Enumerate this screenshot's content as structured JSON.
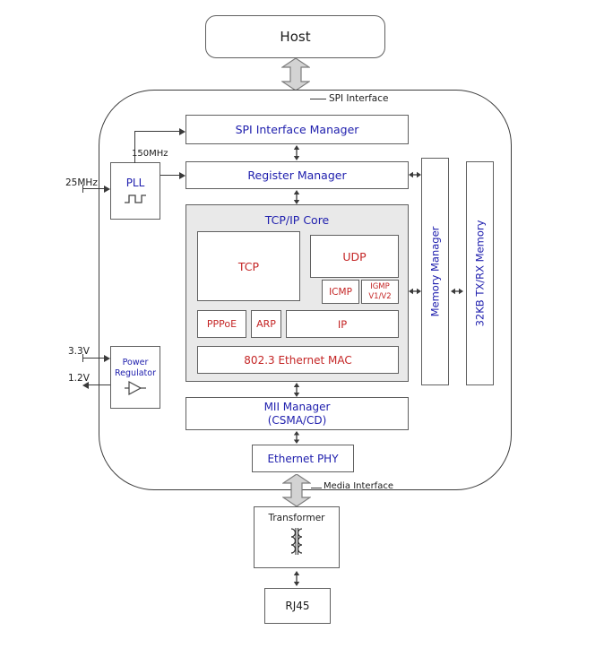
{
  "colors": {
    "blue": "#2020ae",
    "red": "#c42525",
    "box-border": "#5f5f5f",
    "chip-border": "#3d3d3d",
    "core-bg": "#e9e9e9",
    "bus-arrow-fill": "#d3d3d3",
    "bus-arrow-stroke": "#7d7d7d",
    "line": "#3a3a3a",
    "text": "#1c1c1c"
  },
  "host": {
    "label": "Host"
  },
  "buses": {
    "spi_label": "SPI Interface",
    "media_label": "Media Interface"
  },
  "clocks": {
    "external": "25MHz",
    "internal": "150MHz"
  },
  "power": {
    "vin": "3.3V",
    "vout": "1.2V",
    "regulator_line1": "Power",
    "regulator_line2": "Regulator"
  },
  "chip": {
    "spi_manager": "SPI Interface Manager",
    "register_manager": "Register Manager",
    "pll": "PLL",
    "core": {
      "title": "TCP/IP Core",
      "tcp": "TCP",
      "udp": "UDP",
      "icmp": "ICMP",
      "igmp_line1": "IGMP",
      "igmp_line2": "V1/V2",
      "pppoe": "PPPoE",
      "arp": "ARP",
      "ip": "IP",
      "mac": "802.3 Ethernet MAC"
    },
    "memory_manager": "Memory Manager",
    "memory": "32KB TX/RX Memory",
    "mii_line1": "MII Manager",
    "mii_line2": "(CSMA/CD)",
    "phy": "Ethernet PHY"
  },
  "external_parts": {
    "transformer": "Transformer",
    "rj45": "RJ45"
  }
}
